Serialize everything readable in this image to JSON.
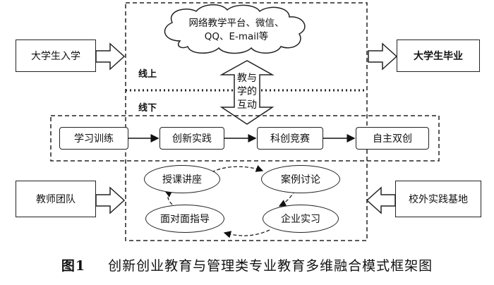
{
  "left_boxes": {
    "enrollment": "大学生入学",
    "teacher_team": "教师团队"
  },
  "right_boxes": {
    "graduation": "大学生毕业",
    "practice_base": "校外实践基地"
  },
  "cloud_text": {
    "line1": "网络教学平台、微信、",
    "line2": "QQ、E-mail等"
  },
  "zone_labels": {
    "online": "线上",
    "offline": "线下"
  },
  "interaction_arrow": {
    "line1": "教与",
    "line2": "学的",
    "line3": "互动"
  },
  "process_steps": [
    "学习训练",
    "创新实践",
    "科创竞赛",
    "自主双创"
  ],
  "cycle_nodes": {
    "lecture": "授课讲座",
    "case_discussion": "案例讨论",
    "enterprise_internship": "企业实习",
    "face_to_face": "面对面指导"
  },
  "caption": {
    "number": "图1",
    "title": "创新创业教育与管理类专业教育多维融合模式框架图"
  }
}
